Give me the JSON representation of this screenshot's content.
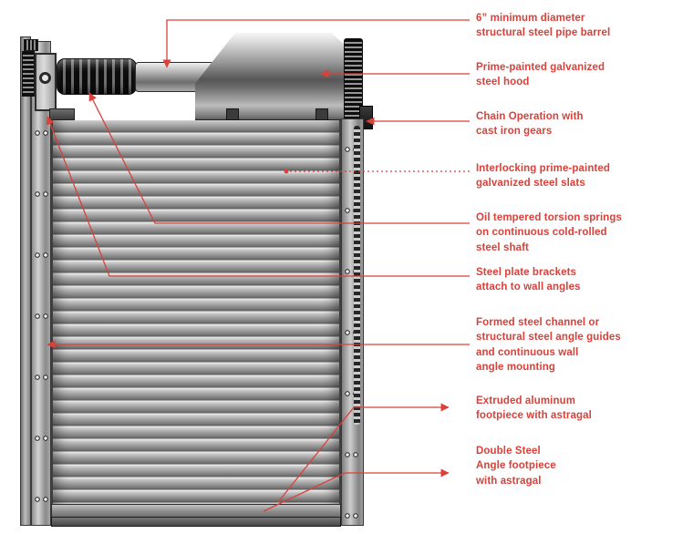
{
  "colors": {
    "accent_red": "#d9413a",
    "diagram_gray": "#8f8f8f"
  },
  "labels": [
    {
      "text": "6” minimum diameter\nstructural steel pipe barrel"
    },
    {
      "text": "Prime-painted galvanized\nsteel hood"
    },
    {
      "text": "Chain Operation with\ncast iron gears"
    },
    {
      "text": "Interlocking prime-painted\ngalvanized steel slats"
    },
    {
      "text": "Oil tempered torsion springs\non continuous cold-rolled\nsteel shaft"
    },
    {
      "text": "Steel plate brackets\nattach to wall angles"
    },
    {
      "text": "Formed steel channel or\nstructural steel angle guides\nand continuous wall\nangle mounting"
    },
    {
      "text": "Extruded aluminum\nfootpiece with astragal"
    },
    {
      "text": "Double Steel\nAngle footpiece\nwith astragal"
    }
  ]
}
